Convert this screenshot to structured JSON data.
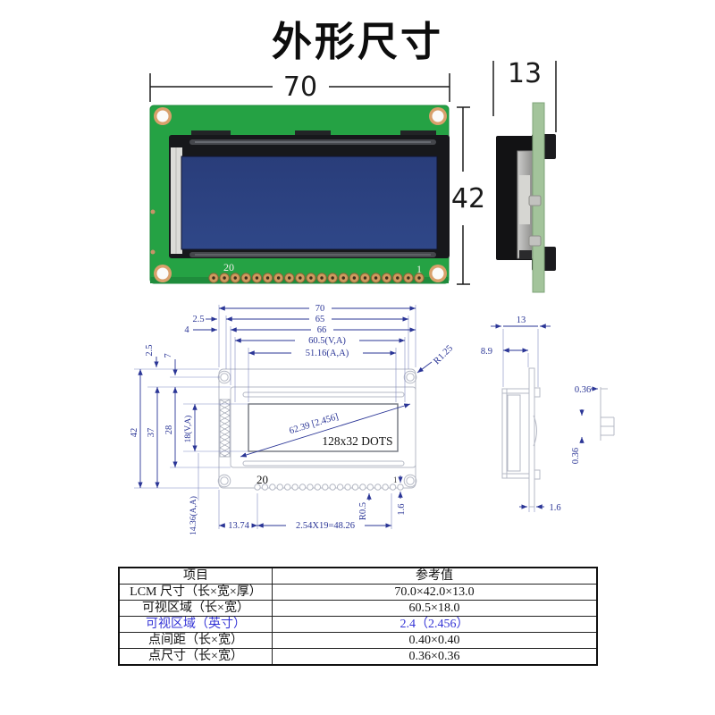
{
  "title": "外形尺寸",
  "photo": {
    "front": {
      "width_label": "70",
      "height_label": "42",
      "pin_left_label": "20",
      "pin_right_label": "1"
    },
    "side": {
      "thickness_label": "13"
    }
  },
  "drawing": {
    "front": {
      "dim_70": "70",
      "dim_65": "65",
      "dim_66": "66",
      "dim_va_width": "60.5(V,A)",
      "dim_aa_width": "51.16(A,A)",
      "dim_2_5_top": "2.5",
      "dim_4": "4",
      "dim_2_5_left": "2.5",
      "dim_7": "7",
      "dim_42": "42",
      "dim_37": "37",
      "dim_28": "28",
      "dim_va_height": "18(V,A)",
      "dim_aa_height": "14.36(A,A)",
      "corner_radius": "R1.25",
      "diagonal": "62.39 [2.456]",
      "dots": "128x32 DOTS",
      "pin_left_label": "20",
      "pin_right_label": "1",
      "dim_13_74": "13.74",
      "dim_pitch": "2.54X19=48.26",
      "dim_pad_radius": "R0.5",
      "dim_1_6": "1.6"
    },
    "side": {
      "dim_13": "13",
      "dim_8_9": "8.9",
      "dim_1_6": "1.6"
    },
    "dot_detail": {
      "dim_dot_width": "0.36",
      "dim_dot_height": "0.36"
    }
  },
  "table": {
    "headers": [
      "项目",
      "参考值"
    ],
    "rows": [
      {
        "item": "LCM 尺寸（长×宽×厚）",
        "value": "70.0×42.0×13.0"
      },
      {
        "item": "可视区域（长×宽）",
        "value": "60.5×18.0"
      },
      {
        "item": "可视区域（英寸）",
        "value": "2.4（2.456）"
      },
      {
        "item": "点间距（长×宽）",
        "value": "0.40×0.40"
      },
      {
        "item": "点尺寸（长×宽）",
        "value": "0.36×0.36"
      }
    ]
  },
  "colors": {
    "pcb_green": "#25a244",
    "lcd_blue": "#2b4181",
    "bezel_black": "#17181b",
    "pin_gold": "#cf9b5f",
    "dimension_navy": "#2a3596",
    "outline_gray": "#b4b8c4",
    "table_highlight_blue": "#3434d6"
  }
}
